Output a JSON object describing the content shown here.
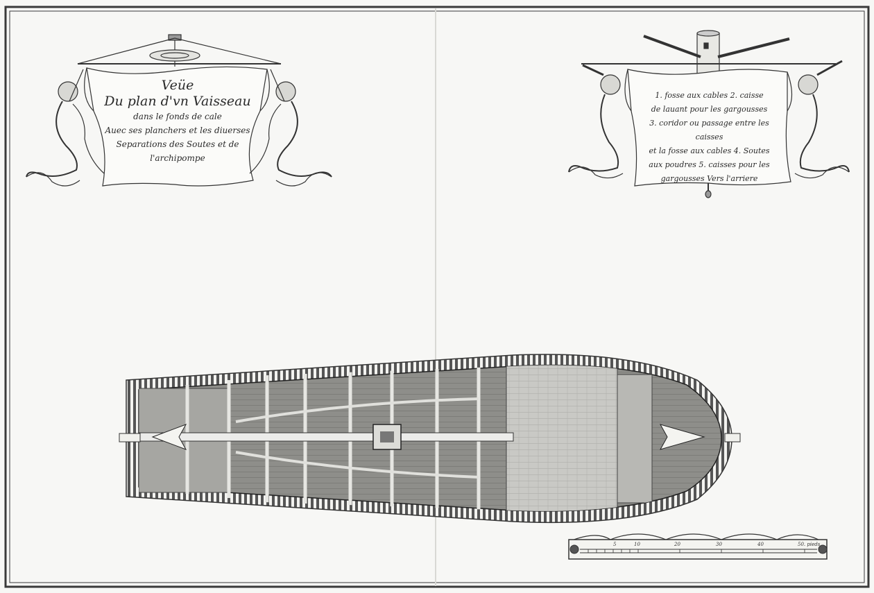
{
  "title_cartouche": {
    "line1": "Veüe",
    "line2": "Du plan d'vn Vaisseau",
    "line3": "dans le fonds de cale",
    "line4": "Auec ses planchers et les diuerses",
    "line5": "Separations des Soutes et de",
    "line6": "l'archipompe"
  },
  "legend_cartouche": {
    "line1": "1. fosse aux cables 2. caisse",
    "line2": "de lauant pour les gargousses",
    "line3": "3. coridor ou passage entre les caisses",
    "line4": "et la fosse aux cables 4. Soutes",
    "line5": "aux poudres 5. caisses pour les",
    "line6": "gargousses Vers l'arriere"
  },
  "scale_bar": {
    "ticks": [
      "5",
      "10",
      "20",
      "30",
      "40",
      "50. pieds"
    ]
  },
  "colors": {
    "paper": "#f7f7f5",
    "ink": "#2a2a2a",
    "wood": "#9a9a96",
    "deck": "#c9c9c5"
  }
}
